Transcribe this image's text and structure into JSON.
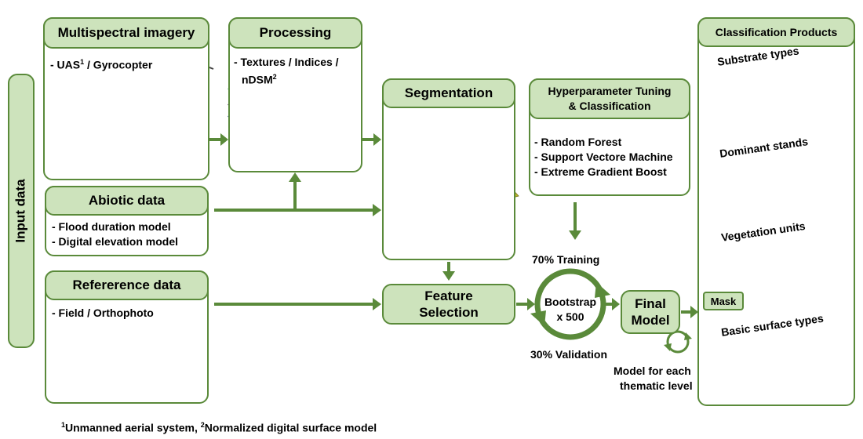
{
  "input_label": "Input data",
  "multispectral": {
    "title": "Multispectral imagery",
    "item_prefix": "- UAS",
    "item_sup": "1",
    "item_suffix": " / Gyrocopter"
  },
  "processing": {
    "title": "Processing",
    "line1": "- Textures / Indices /",
    "line2_prefix": "nDSM",
    "line2_sup": "2"
  },
  "abiotic": {
    "title": "Abiotic data",
    "items": [
      "- Flood duration model",
      "- Digital elevation model"
    ]
  },
  "reference": {
    "title": "Refererence data",
    "items": [
      "- Field / Orthophoto"
    ]
  },
  "segmentation": {
    "title": "Segmentation"
  },
  "feature_selection": {
    "line1": "Feature",
    "line2": "Selection"
  },
  "hyperparameter": {
    "title_line1": "Hyperparameter Tuning",
    "title_line2": "& Classification",
    "items": [
      "- Random Forest",
      "- Support Vectore Machine",
      "- Extreme Gradient Boost"
    ]
  },
  "bootstrap": {
    "training": "70% Training",
    "validation": "30% Validation",
    "line1": "Bootstrap",
    "line2": "x 500"
  },
  "final_model": {
    "line1": "Final",
    "line2": "Model"
  },
  "model_note": {
    "line1": "Model for each",
    "line2": "thematic level"
  },
  "mask_label": "Mask",
  "classification": {
    "title": "Classification Products",
    "levels": [
      "Substrate types",
      "Dominant stands",
      "Vegetation units",
      "Basic surface types"
    ]
  },
  "footnote": {
    "sup1": "1",
    "text1": "Unmanned aerial system, ",
    "sup2": "2",
    "text2": "Normalized digital surface model"
  },
  "colors": {
    "border": "#5a8a3a",
    "header_fill": "#cde3bc",
    "arrow": "#5a8a3a"
  }
}
